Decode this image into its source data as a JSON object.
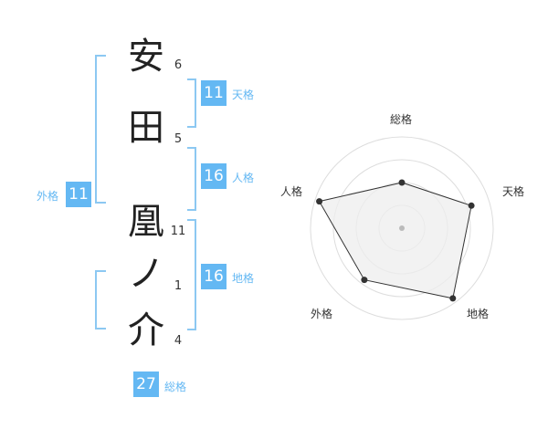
{
  "name": {
    "characters": [
      "安",
      "田",
      "凰",
      "ノ",
      "介"
    ],
    "strokes": [
      "6",
      "5",
      "11",
      "1",
      "4"
    ]
  },
  "fortunes": {
    "tenkaku": {
      "label": "天格",
      "value": "11"
    },
    "jinkaku": {
      "label": "人格",
      "value": "16"
    },
    "chikaku": {
      "label": "地格",
      "value": "16"
    },
    "gaikaku": {
      "label": "外格",
      "value": "11"
    },
    "soukaku": {
      "label": "総格",
      "value": "27"
    }
  },
  "chart_data": {
    "type": "radar",
    "axes": [
      "総格",
      "天格",
      "地格",
      "外格",
      "人格"
    ],
    "values": [
      0.5,
      0.8,
      0.95,
      0.7,
      0.95
    ],
    "rings": 4,
    "colors": {
      "fill": "#eeeeee",
      "line": "#333333",
      "ring": "#dddddd",
      "center": "#bbbbbb"
    }
  },
  "colors": {
    "accent": "#64b8f3",
    "bracket": "#8cc8f2"
  }
}
